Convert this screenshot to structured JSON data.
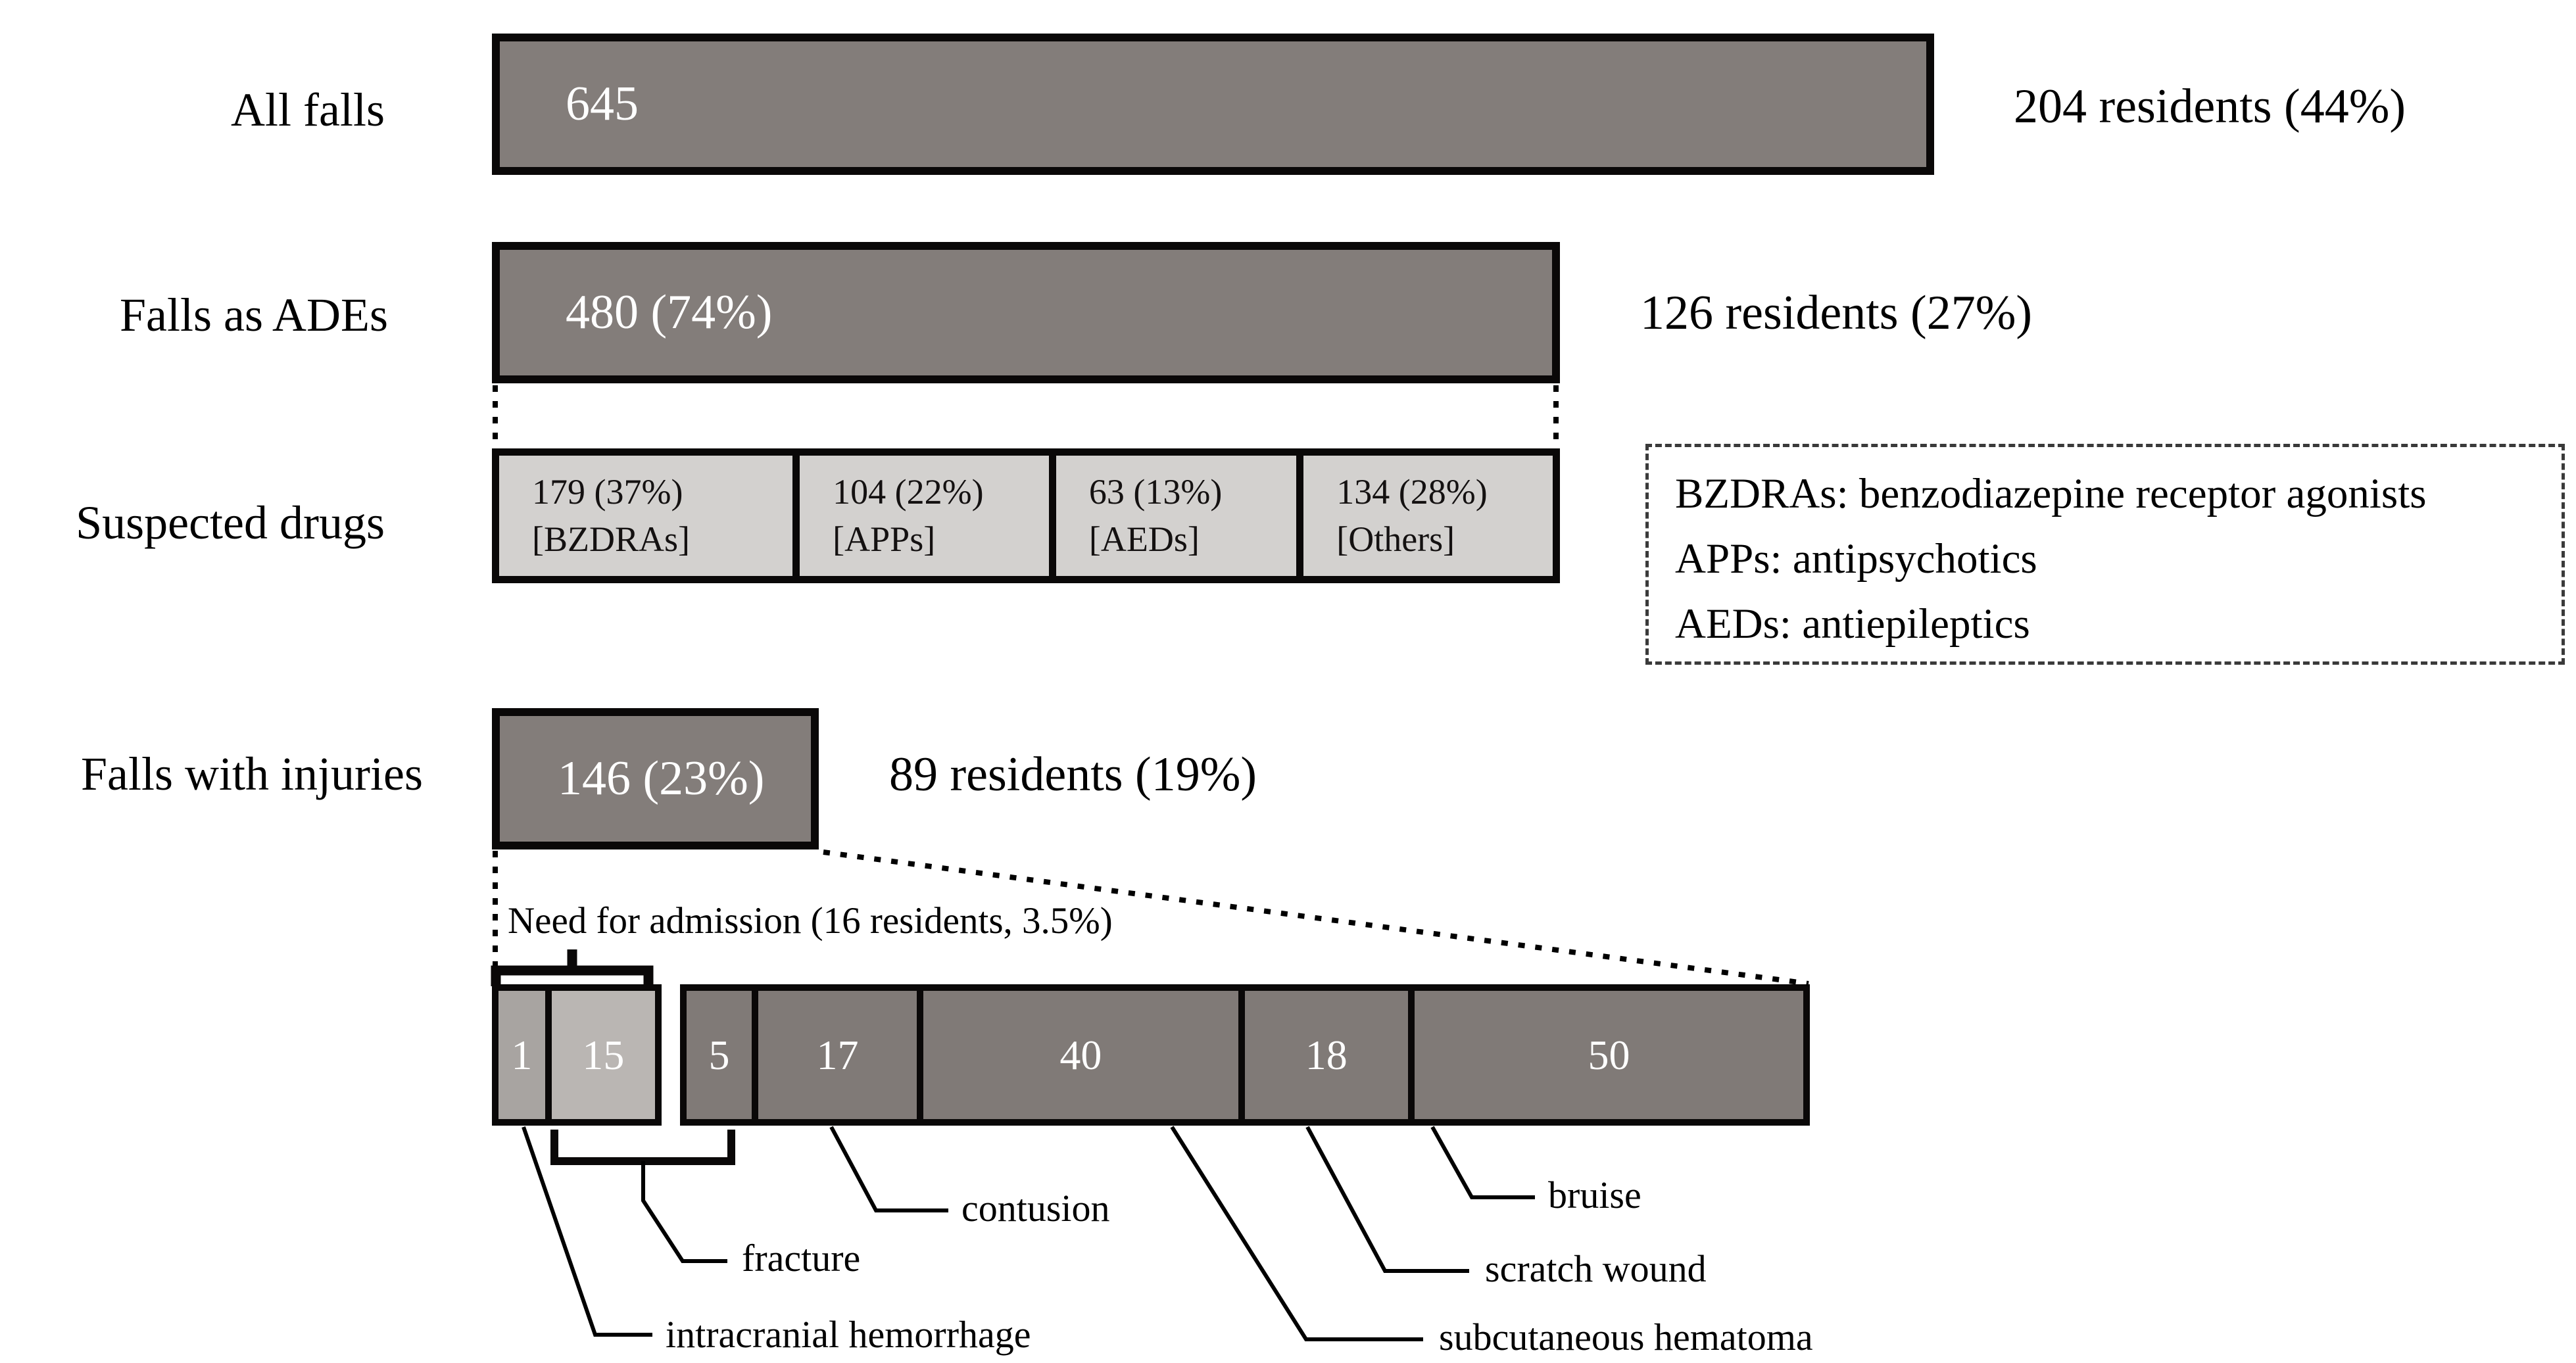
{
  "figure": {
    "rows": {
      "all_falls": {
        "label": "All falls",
        "bar_text": "645",
        "side_text": "204 residents (44%)"
      },
      "falls_ades": {
        "label": "Falls as ADEs",
        "bar_text": "480 (74%)",
        "side_text": "126 residents (27%)"
      },
      "suspected": {
        "label": "Suspected drugs"
      },
      "falls_inj": {
        "label": "Falls with injuries",
        "bar_text": "146 (23%)",
        "side_text": "89 residents (19%)"
      }
    },
    "drug_segments": [
      {
        "count_text": "179 (37%)",
        "class_text": "[BZDRAs]"
      },
      {
        "count_text": "104 (22%)",
        "class_text": "[APPs]"
      },
      {
        "count_text": "63 (13%)",
        "class_text": "[AEDs]"
      },
      {
        "count_text": "134 (28%)",
        "class_text": "[Others]"
      }
    ],
    "legend": {
      "lines": [
        "BZDRAs: benzodiazepine receptor agonists",
        "APPs: antipsychotics",
        "AEDs: antiepileptics"
      ]
    },
    "admission_note": "Need for admission (16 residents, 3.5%)",
    "injury_segments": {
      "admission_group": [
        {
          "value": "1"
        },
        {
          "value": "15"
        }
      ],
      "main_group": [
        {
          "value": "5"
        },
        {
          "value": "17"
        },
        {
          "value": "40"
        },
        {
          "value": "18"
        },
        {
          "value": "50"
        }
      ]
    },
    "injury_labels": {
      "intracranial": "intracranial hemorrhage",
      "fracture": "fracture",
      "contusion": "contusion",
      "subcutaneous": "subcutaneous hematoma",
      "scratch": "scratch wound",
      "bruise": "bruise"
    },
    "colors": {
      "dark_bar": "#837d7a",
      "light_segment_bar": "#d3d1cf",
      "admission_seg_1": "#a8a4a1",
      "admission_seg_15": "#bab6b3",
      "border": "#0a0808"
    }
  }
}
